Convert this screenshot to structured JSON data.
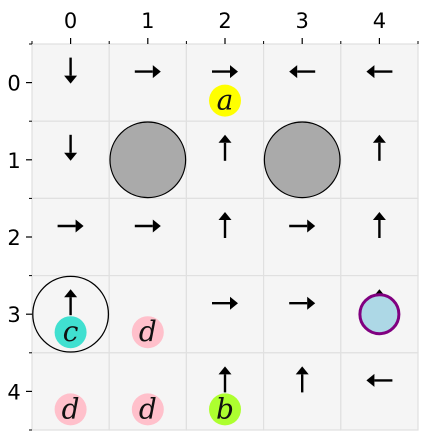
{
  "grid": {
    "rows": 5,
    "cols": 5,
    "col_labels": [
      "0",
      "1",
      "2",
      "3",
      "4"
    ],
    "row_labels": [
      "0",
      "1",
      "2",
      "3",
      "4"
    ],
    "arrows": [
      [
        "down",
        "right",
        "right",
        "left",
        "left"
      ],
      [
        "down",
        "",
        "up",
        "",
        "up"
      ],
      [
        "right",
        "right",
        "up",
        "right",
        "up"
      ],
      [
        "up",
        "",
        "right",
        "right",
        "up"
      ],
      [
        "",
        "",
        "up",
        "up",
        "left"
      ]
    ],
    "obstacles": [
      {
        "row": 1,
        "col": 1
      },
      {
        "row": 1,
        "col": 3
      }
    ],
    "items": [
      {
        "row": 0,
        "col": 2,
        "letter": "a",
        "color": "#ffff00"
      },
      {
        "row": 3,
        "col": 0,
        "letter": "c",
        "color": "#40e0d0"
      },
      {
        "row": 3,
        "col": 1,
        "letter": "d",
        "color": "#ffc0cb"
      },
      {
        "row": 4,
        "col": 0,
        "letter": "d",
        "color": "#ffc0cb"
      },
      {
        "row": 4,
        "col": 1,
        "letter": "d",
        "color": "#ffc0cb"
      },
      {
        "row": 4,
        "col": 2,
        "letter": "b",
        "color": "#adff2f"
      }
    ],
    "agent": {
      "row": 3,
      "col": 0,
      "ring_color": "#000000"
    },
    "target": {
      "row": 3,
      "col": 4,
      "fill": "#add8e6",
      "ring_color": "#800080"
    },
    "colors": {
      "cell": "#f5f5f5",
      "grid_line": "#e0e0e0",
      "obstacle_fill": "#aaaaaa",
      "obstacle_stroke": "#000000",
      "arrow": "#000000"
    }
  }
}
